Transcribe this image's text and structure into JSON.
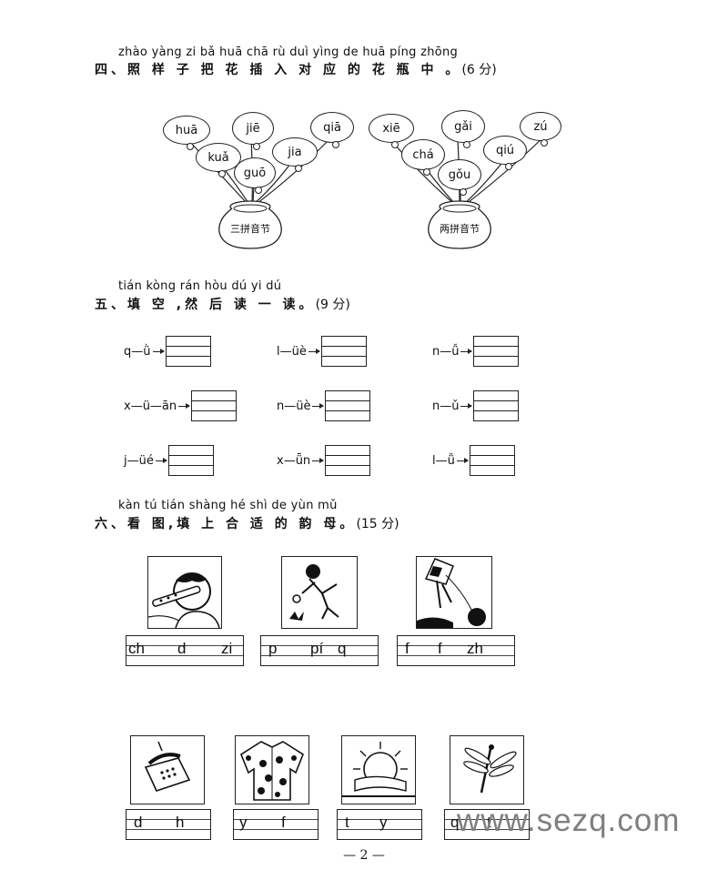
{
  "section4": {
    "pinyin": "zhào yàng zi bǎ huā chā rù duì yìng de huā píng zhōng",
    "heading": "四、照 样 子 把 花 插 入 对 应 的 花 瓶 中 。",
    "score": "(6 分)",
    "left_flowers": [
      "huā",
      "jiē",
      "qiā",
      "kuǎ",
      "jia",
      "guō"
    ],
    "right_flowers": [
      "xiē",
      "gǎi",
      "zú",
      "chá",
      "qiú",
      "gǒu"
    ],
    "vase_left": "三拼音节",
    "vase_right": "两拼音节"
  },
  "section5": {
    "pinyin": "tián kòng rán hòu dú yi dú",
    "heading": "五、填 空 ,然 后 读 一 读。",
    "score": "(9 分)",
    "items": [
      "q—ǜ",
      "l—üè",
      "n—ǚ",
      "x—ü—ān",
      "n—üè",
      "n—ǔ",
      "j—üé",
      "x—ǖn",
      "l—ǚ"
    ]
  },
  "section6": {
    "pinyin": "kàn tú tián shàng hé shì de yùn mǔ",
    "heading": "六、看 图,填 上 合 适 的 韵 母。",
    "score": "(15 分)",
    "row1": [
      {
        "picture": "flute-player-icon",
        "letters": [
          "ch",
          "d",
          "zi"
        ]
      },
      {
        "picture": "boy-bouncing-ball-icon",
        "letters": [
          "p",
          "pí",
          "q"
        ]
      },
      {
        "picture": "child-flying-kite-icon",
        "letters": [
          "f",
          "f",
          "zh"
        ]
      }
    ],
    "row2": [
      {
        "picture": "telephone-icon",
        "letters": [
          "d",
          "h"
        ]
      },
      {
        "picture": "padded-jacket-icon",
        "letters": [
          "y",
          "f"
        ]
      },
      {
        "picture": "sun-icon",
        "letters": [
          "t",
          "y"
        ]
      },
      {
        "picture": "dragonfly-icon",
        "letters": [
          "q",
          "t"
        ]
      }
    ]
  },
  "footer": "— 2 —",
  "watermark": "www.sezq.com"
}
